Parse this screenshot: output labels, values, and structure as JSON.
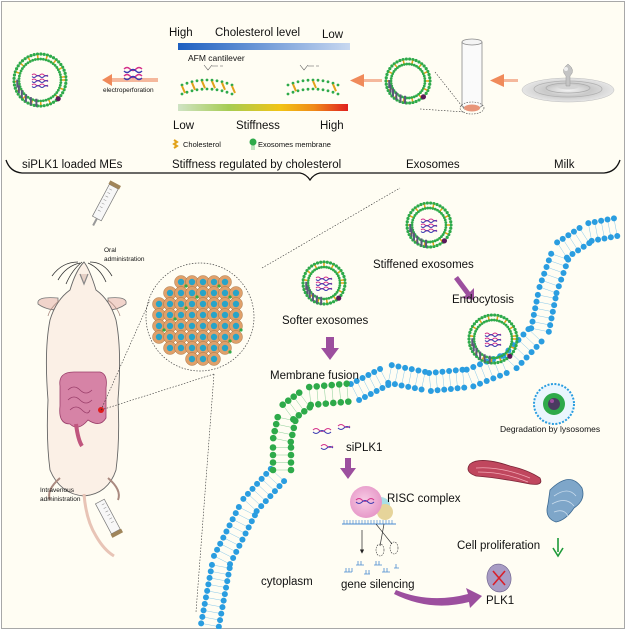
{
  "top_panel": {
    "cholesterol_bar": {
      "high_label": "High",
      "title": "Cholesterol level",
      "low_label": "Low",
      "gradient_colors": [
        "#1d5fc0",
        "#b9cfee"
      ]
    },
    "afm_label": "AFM cantilever",
    "stiffness_bar": {
      "low_label": "Low",
      "title": "Stiffness",
      "high_label": "High",
      "gradient_colors": [
        "#b3d4a0",
        "#e8c21a",
        "#f07a1a",
        "#e0201e"
      ]
    },
    "legend": {
      "cholesterol": "Cholesterol",
      "membrane": "Exosomes membrane"
    },
    "electroperforation_label": "electroperforation",
    "stage_captions": [
      "siPLK1 loaded MEs",
      "Stiffness regulated by cholesterol",
      "Exosomes",
      "Milk"
    ]
  },
  "mouse_panel": {
    "oral_label_line1": "Oral",
    "oral_label_line2": "administration",
    "iv_label_line1": "Intravenous",
    "iv_label_line2": "administration"
  },
  "cell_panel": {
    "stiffened": "Stiffened exosomes",
    "softer": "Softer exosomes",
    "endocytosis": "Endocytosis",
    "membrane_fusion": "Membrane fusion",
    "degradation": "Degradation by lysosomes",
    "siplk1": "siPLK1",
    "risc": "RISC complex",
    "cell_proliferation": "Cell proliferation",
    "gene_silencing": "gene silencing",
    "plk1": "PLK1",
    "cytoplasm": "cytoplasm"
  },
  "colors": {
    "background": "#fffdf3",
    "exosome_green": "#2eaa4a",
    "cell_membrane_blue": "#2a9de0",
    "arrow_orange": "#f08a5a",
    "arrow_purple": "#9c4f9e",
    "down_arrow_green": "#1e9a3a"
  }
}
